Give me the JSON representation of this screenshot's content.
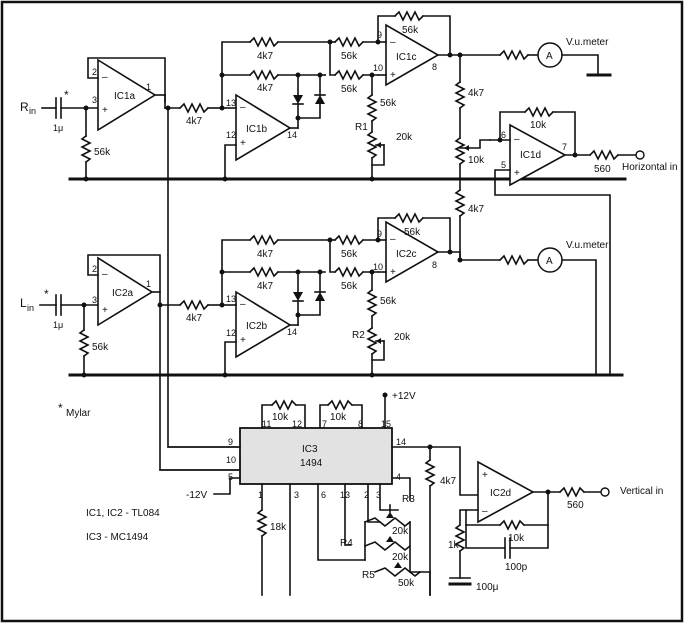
{
  "labels": {
    "rin": "R",
    "rin_sub": "in",
    "lin": "L",
    "lin_sub": "in",
    "asterisk": "*",
    "mylar": "Mylar",
    "cap_1u": "1μ",
    "r56k": "56k",
    "r4k7": "4k7",
    "r10k": "10k",
    "r20k": "20k",
    "r18k": "18k",
    "r1k": "1k",
    "r560": "560",
    "r50k": "50k",
    "c100p": "100p",
    "c100u": "100μ",
    "vumeter": "V.u.meter",
    "meter_a": "A",
    "horizontal_in": "Horizontal in",
    "vertical_in": "Vertical in",
    "plus12": "+12V",
    "minus12": "-12V",
    "note1": "IC1, IC2 - TL084",
    "note2": "IC3 - MC1494"
  },
  "components": {
    "ic1a": "IC1a",
    "ic1b": "IC1b",
    "ic1c": "IC1c",
    "ic1d": "IC1d",
    "ic2a": "IC2a",
    "ic2b": "IC2b",
    "ic2c": "IC2c",
    "ic2d": "IC2d",
    "ic3": "IC3",
    "ic3_part": "1494",
    "r1": "R1",
    "r2": "R2",
    "r3": "R3",
    "r4": "R4",
    "r5": "R5"
  },
  "pins": {
    "p1": "1",
    "p2": "2",
    "p3": "3",
    "p4": "4",
    "p5": "5",
    "p6": "6",
    "p7": "7",
    "p8": "8",
    "p9": "9",
    "p10": "10",
    "p11": "11",
    "p12": "12",
    "p13": "13",
    "p14": "14",
    "p15": "15"
  },
  "signs": {
    "plus": "+",
    "minus": "–"
  },
  "colors": {
    "ink": "#111111",
    "paper": "#ffffff",
    "chip_fill": "#e2e2e2"
  }
}
